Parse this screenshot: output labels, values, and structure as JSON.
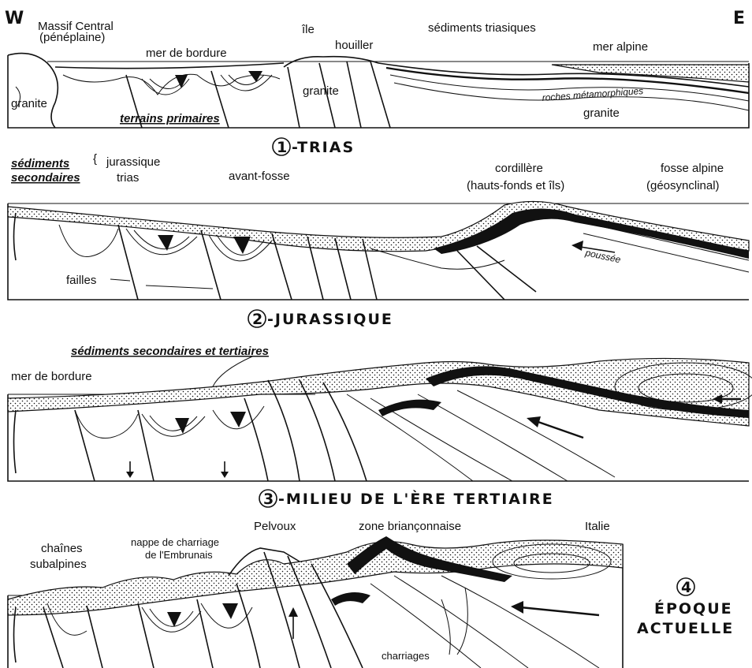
{
  "compass": {
    "west": "W",
    "east": "E"
  },
  "panel1": {
    "title_num": "1",
    "title": "-TRIAS",
    "labels": {
      "massif": "Massif Central",
      "peneplaine": "(pénéplaine)",
      "granite_w": "granite",
      "mer_bordure": "mer de bordure",
      "terrains": "terrains primaires",
      "ile": "île",
      "houiller": "houiller",
      "granite_mid": "granite",
      "sediments": "sédiments triasiques",
      "mer_alpine": "mer alpine",
      "roches": "roches métamorphiques",
      "granite_e": "granite"
    }
  },
  "panel2": {
    "title_num": "2",
    "title": "-JURASSIQUE",
    "labels": {
      "sed_sec_1": "sédiments",
      "sed_sec_2": "secondaires",
      "jurassique": "jurassique",
      "trias": "trias",
      "avant_fosse": "avant-fosse",
      "cordillere": "cordillère",
      "hauts_fonds": "(hauts-fonds et îls)",
      "fosse": "fosse alpine",
      "geosynclinal": "(géosynclinal)",
      "failles": "failles",
      "poussee": "poussée"
    }
  },
  "panel3": {
    "title_num": "3",
    "title": "-MILIEU DE L'ÈRE TERTIAIRE",
    "labels": {
      "sed_sec_tert": "sédiments secondaires et tertiaires",
      "mer_bordure": "mer de bordure"
    }
  },
  "panel4": {
    "title_num": "4",
    "title_line1": "ÉPOQUE",
    "title_line2": "ACTUELLE",
    "labels": {
      "chaines_1": "chaînes",
      "chaines_2": "subalpines",
      "nappe_1": "nappe de charriage",
      "nappe_2": "de l'Embrunais",
      "pelvoux": "Pelvoux",
      "brianconnaise": "zone briançonnaise",
      "italie": "Italie",
      "charriages": "charriages"
    }
  }
}
